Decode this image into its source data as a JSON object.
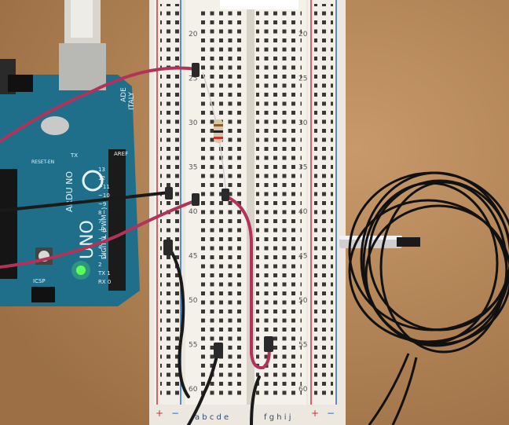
{
  "breadboard": {
    "row_labels": [
      "20",
      "25",
      "30",
      "35",
      "40",
      "45",
      "50",
      "55",
      "60"
    ],
    "bottom_left_letters": "a b c d e",
    "bottom_right_letters": "f g h i j",
    "plus_sign": "+",
    "minus_sign": "−"
  },
  "arduino": {
    "brand_line1": "ARDU NO",
    "model": "UNO",
    "italy_line1": "ADE",
    "italy_line2": "ITALY",
    "aref": "AREF",
    "digital": "DIGITAL (PWM~)",
    "tx_rx": "TX",
    "pin_labels": [
      "13",
      "12",
      "~11",
      "~10",
      "~9",
      "8",
      "7",
      "~6",
      "~5",
      "4",
      "~3",
      "2",
      "TX 1",
      "RX 0"
    ],
    "icsp": "ICSP",
    "reset": "RESET-EN"
  },
  "colors": {
    "table": "#b98a5c",
    "board_blue": "#1f6f8b",
    "breadboard": "#ece8e0",
    "wire_red": "#b3325a",
    "wire_black": "#1a1a1a"
  }
}
